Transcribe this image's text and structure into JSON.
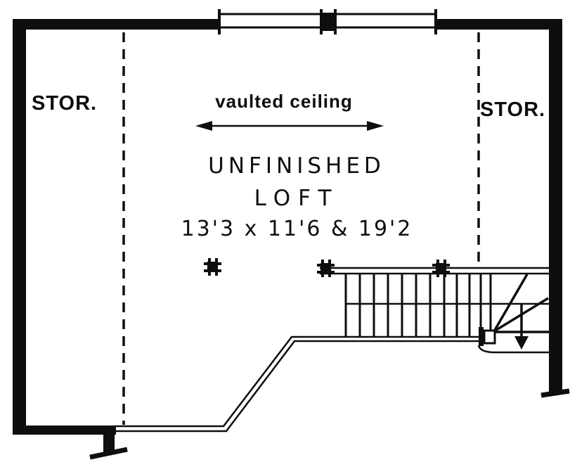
{
  "plan": {
    "room": {
      "name_line1": "UNFINISHED",
      "name_line2": "LOFT",
      "dimensions": "13'3 x 11'6 & 19'2"
    },
    "labels": {
      "storage_left": "STOR.",
      "storage_right": "STOR.",
      "vaulted_ceiling": "vaulted ceiling"
    },
    "colors": {
      "ink": "#0e0e0e",
      "background": "#ffffff"
    },
    "symbols": {
      "window_count": 2,
      "post_column_count": 3,
      "stair_direction_arrow": "down",
      "ceiling_break_lines": "dashed"
    }
  }
}
